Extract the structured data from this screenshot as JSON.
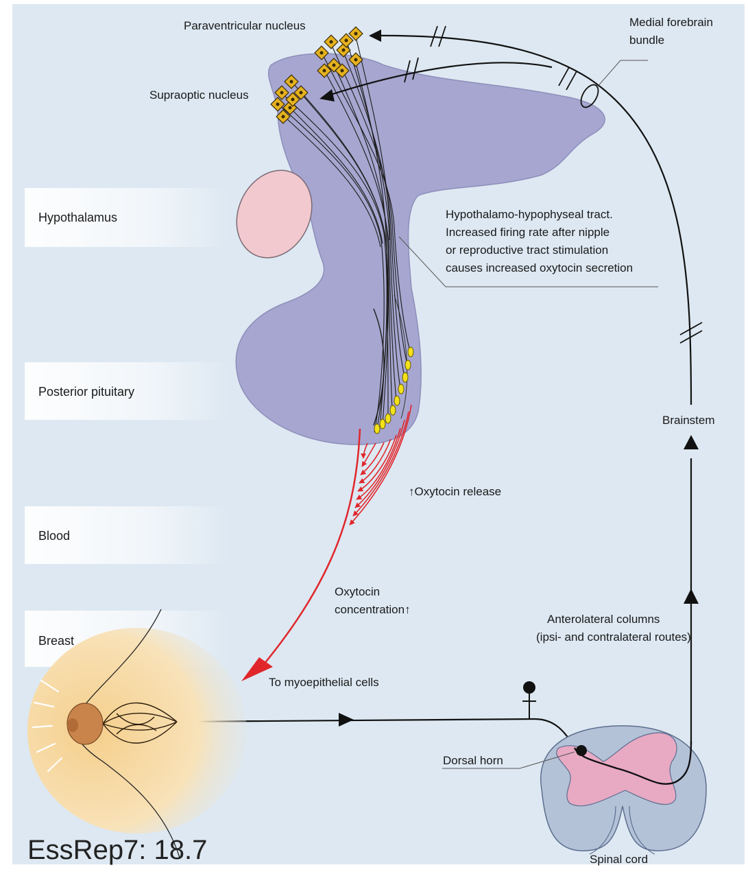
{
  "colors": {
    "background": "#dde8f2",
    "hypothalamus_fill": "#a6a6d0",
    "oval_fill": "#f2c9cf",
    "neuron_gold": "#e5b21f",
    "secretory_yellow": "#f3e21a",
    "oxytocin_red": "#e0262b",
    "spinal_pink": "#e8a9c3",
    "spinal_outer": "#b4c2d8",
    "breast_fill": "#f3d7a2",
    "nipple": "#c8844a"
  },
  "regions": {
    "hypothalamus": "Hypothalamus",
    "posterior_pituitary": "Posterior pituitary",
    "blood": "Blood",
    "breast": "Breast"
  },
  "labels": {
    "paraventricular": "Paraventricular nucleus",
    "supraoptic": "Supraoptic nucleus",
    "mfb_line1": "Medial forebrain",
    "mfb_line2": "bundle",
    "tract_line1": "Hypothalamo-hypophyseal tract.",
    "tract_line2": "Increased firing rate after nipple",
    "tract_line3": "or reproductive tract stimulation",
    "tract_line4": "causes increased oxytocin secretion",
    "oxytocin_release": "↑Oxytocin release",
    "conc_line1": "Oxytocin",
    "conc_line2": "concentration↑",
    "myoepithelial": "To myoepithelial cells",
    "anterolateral_line1": "Anterolateral columns",
    "anterolateral_line2": "(ipsi- and contralateral routes)",
    "brainstem": "Brainstem",
    "dorsal_horn": "Dorsal horn",
    "spinal_cord": "Spinal cord"
  },
  "caption": "EssRep7: 18.7"
}
